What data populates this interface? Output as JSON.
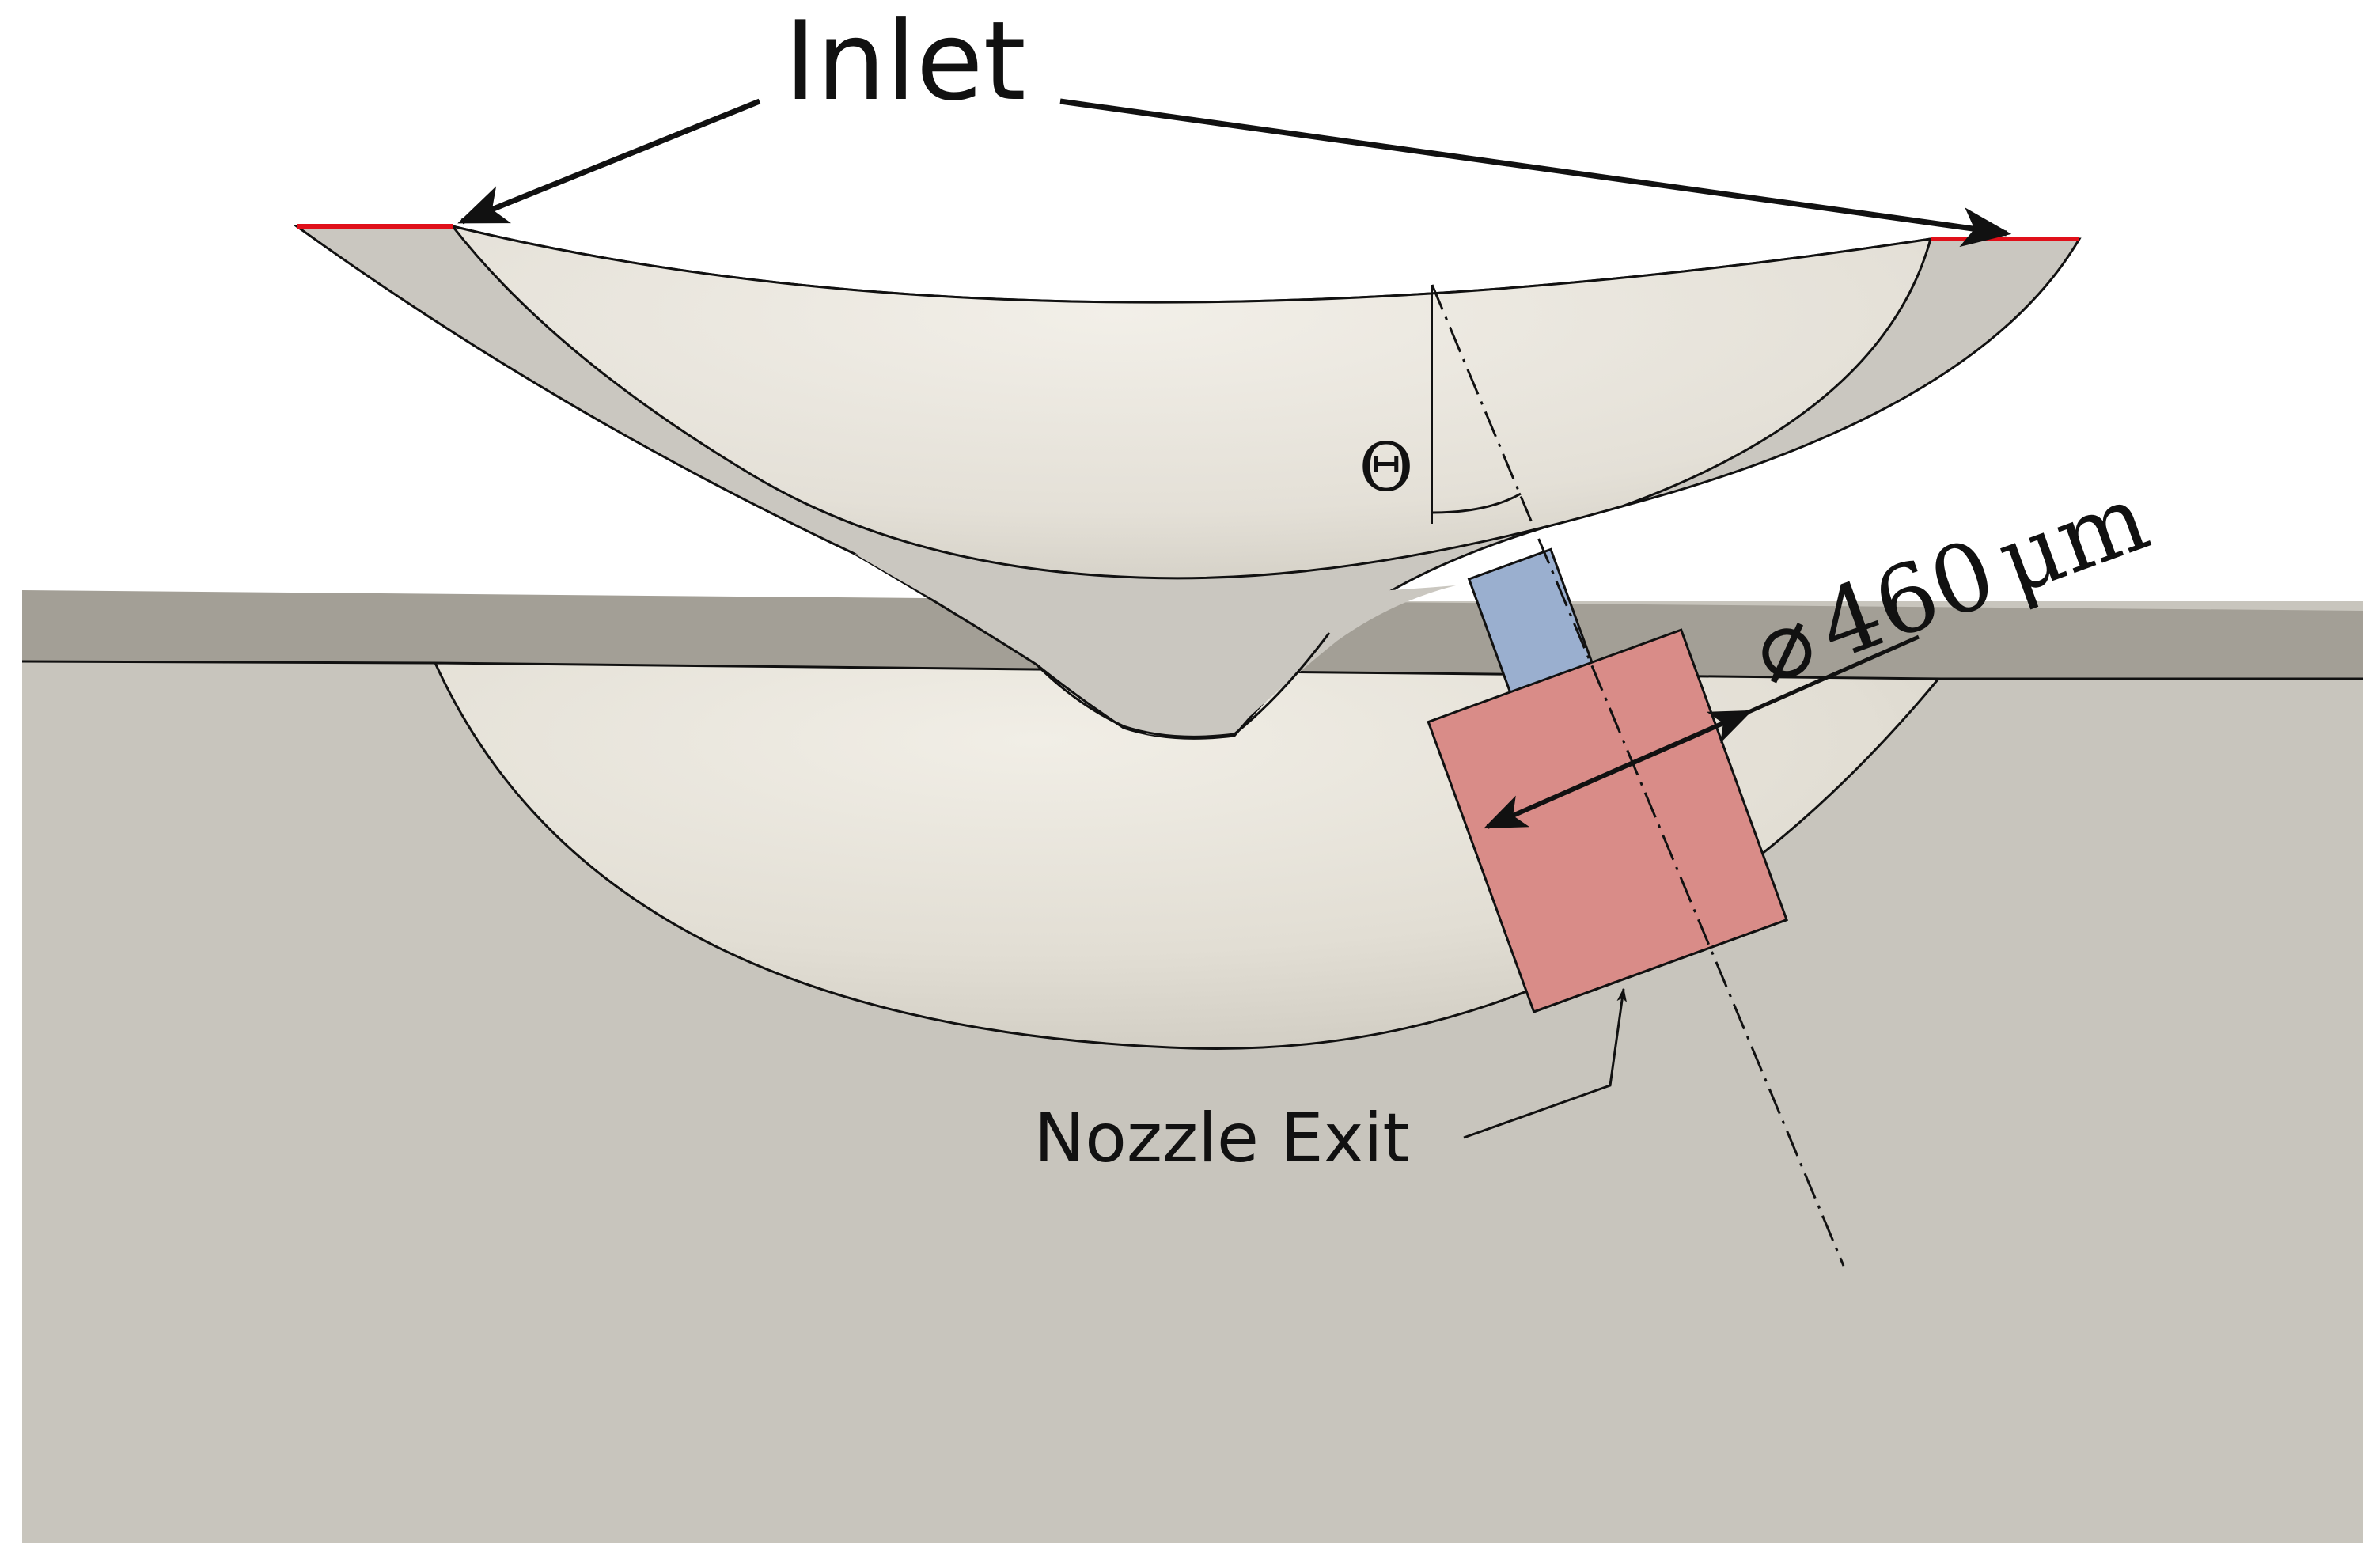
{
  "labels": {
    "inlet": "Inlet",
    "theta": "Θ",
    "diameter_symbol": "⌀",
    "diameter_value": "460",
    "diameter_unit": "μm",
    "nozzle_exit": "Nozzle Exit"
  },
  "colors": {
    "background": "#ffffff",
    "body_fill": "#c8c5bd",
    "body_top_strip": "#a09d94",
    "upper_part_fill": "#cac7c0",
    "cavity_light": "#f0ede6",
    "cavity_shade": "#dcd8cf",
    "inlet_highlight": "#e0101a",
    "nozzle_neck": "#9aafcf",
    "nozzle_chamber": "#d98c88",
    "line": "#111111"
  },
  "icons": {
    "inlet_arrows": "double-arrow-pointer",
    "theta_arc": "angle-arc",
    "dimension_arrow": "double-headed-arrow",
    "leader_arrow": "leader-line-arrow"
  }
}
